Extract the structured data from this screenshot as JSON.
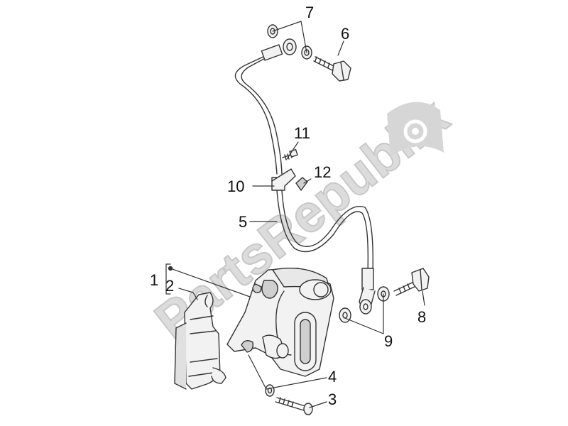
{
  "watermark": {
    "text": "PartsRepublik",
    "color": "#d9d9d9"
  },
  "callouts": [
    {
      "id": "7",
      "label": "7"
    },
    {
      "id": "6",
      "label": "6"
    },
    {
      "id": "11",
      "label": "11"
    },
    {
      "id": "12",
      "label": "12"
    },
    {
      "id": "10",
      "label": "10"
    },
    {
      "id": "5",
      "label": "5"
    },
    {
      "id": "1",
      "label": "1"
    },
    {
      "id": "2",
      "label": "2"
    },
    {
      "id": "8",
      "label": "8"
    },
    {
      "id": "9",
      "label": "9"
    },
    {
      "id": "4",
      "label": "4"
    },
    {
      "id": "3",
      "label": "3"
    }
  ],
  "colors": {
    "line": "#333333",
    "part_fill": "#f2f2f2",
    "part_shade": "#cfcfcf"
  }
}
